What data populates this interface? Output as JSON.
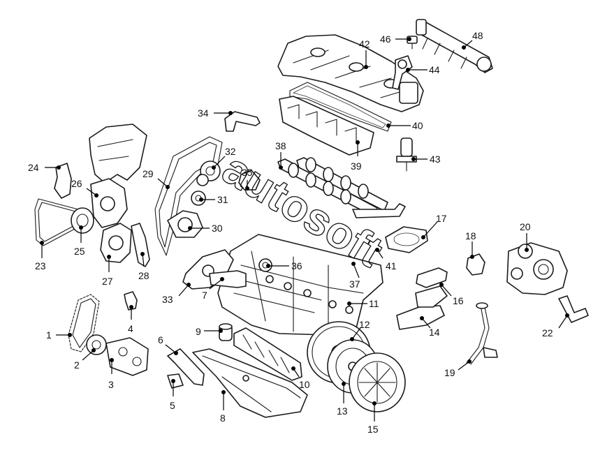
{
  "diagram": {
    "watermark": "autosoft",
    "callouts": [
      {
        "id": "1",
        "label": "1"
      },
      {
        "id": "2",
        "label": "2"
      },
      {
        "id": "3",
        "label": "3"
      },
      {
        "id": "4",
        "label": "4"
      },
      {
        "id": "5",
        "label": "5"
      },
      {
        "id": "6",
        "label": "6"
      },
      {
        "id": "7",
        "label": "7"
      },
      {
        "id": "8",
        "label": "8"
      },
      {
        "id": "9",
        "label": "9"
      },
      {
        "id": "10",
        "label": "10"
      },
      {
        "id": "11",
        "label": "11"
      },
      {
        "id": "12",
        "label": "12"
      },
      {
        "id": "13",
        "label": "13"
      },
      {
        "id": "14",
        "label": "14"
      },
      {
        "id": "15",
        "label": "15"
      },
      {
        "id": "16",
        "label": "16"
      },
      {
        "id": "17",
        "label": "17"
      },
      {
        "id": "18",
        "label": "18"
      },
      {
        "id": "19",
        "label": "19"
      },
      {
        "id": "20",
        "label": "20"
      },
      {
        "id": "22",
        "label": "22"
      },
      {
        "id": "23",
        "label": "23"
      },
      {
        "id": "24",
        "label": "24"
      },
      {
        "id": "25",
        "label": "25"
      },
      {
        "id": "26",
        "label": "26"
      },
      {
        "id": "27",
        "label": "27"
      },
      {
        "id": "28",
        "label": "28"
      },
      {
        "id": "29",
        "label": "29"
      },
      {
        "id": "30",
        "label": "30"
      },
      {
        "id": "31",
        "label": "31"
      },
      {
        "id": "32",
        "label": "32"
      },
      {
        "id": "33",
        "label": "33"
      },
      {
        "id": "34",
        "label": "34"
      },
      {
        "id": "35",
        "label": "35"
      },
      {
        "id": "36",
        "label": "36"
      },
      {
        "id": "37",
        "label": "37"
      },
      {
        "id": "38",
        "label": "38"
      },
      {
        "id": "39",
        "label": "39"
      },
      {
        "id": "40",
        "label": "40"
      },
      {
        "id": "41",
        "label": "41"
      },
      {
        "id": "42",
        "label": "42"
      },
      {
        "id": "43",
        "label": "43"
      },
      {
        "id": "44",
        "label": "44"
      },
      {
        "id": "46",
        "label": "46"
      },
      {
        "id": "48",
        "label": "48"
      }
    ]
  }
}
